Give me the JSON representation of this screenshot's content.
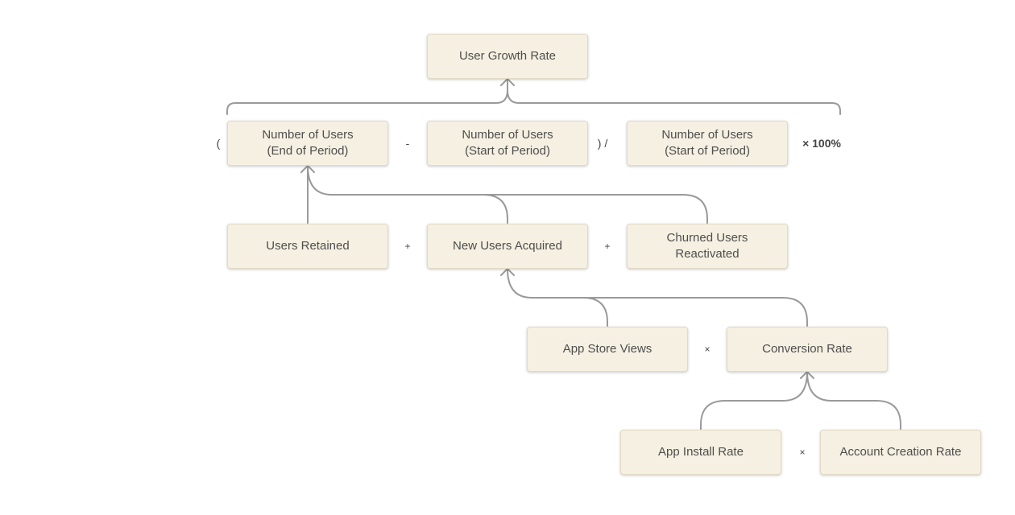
{
  "nodes": {
    "user_growth_rate": {
      "lines": [
        "User Growth Rate"
      ]
    },
    "users_end": {
      "lines": [
        "Number of Users",
        "(End of Period)"
      ]
    },
    "users_start_1": {
      "lines": [
        "Number of Users",
        "(Start of Period)"
      ]
    },
    "users_start_2": {
      "lines": [
        "Number of Users",
        "(Start of Period)"
      ]
    },
    "users_retained": {
      "lines": [
        "Users Retained"
      ]
    },
    "new_users_acquired": {
      "lines": [
        "New Users Acquired"
      ]
    },
    "churned_reactivated": {
      "lines": [
        "Churned Users",
        "Reactivated"
      ]
    },
    "app_store_views": {
      "lines": [
        "App Store Views"
      ]
    },
    "conversion_rate": {
      "lines": [
        "Conversion Rate"
      ]
    },
    "app_install_rate": {
      "lines": [
        "App Install Rate"
      ]
    },
    "account_creation_rate": {
      "lines": [
        "Account Creation Rate"
      ]
    }
  },
  "operators": {
    "open_paren": "(",
    "minus": "-",
    "close_paren_divide": ") /",
    "times_100": "× 100%",
    "plus_1": "+",
    "plus_2": "+",
    "times_1": "×",
    "times_2": "×"
  }
}
